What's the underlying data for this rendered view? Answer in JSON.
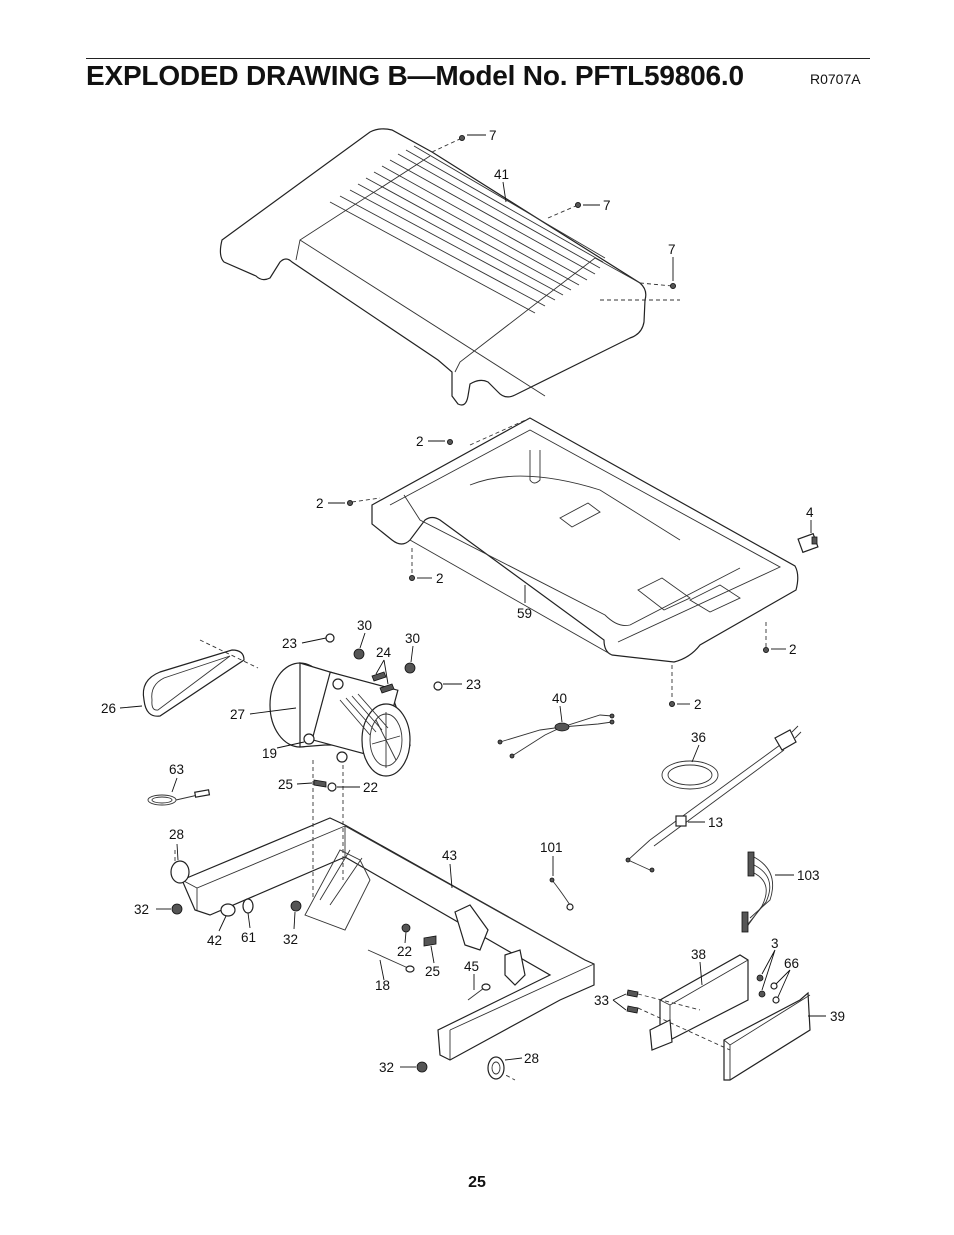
{
  "header": {
    "title": "EXPLODED DRAWING B—Model No. PFTL59806.0",
    "drawing_code": "R0707A"
  },
  "footer": {
    "page_number": "25"
  },
  "callouts": [
    {
      "id": "c7a",
      "number": "7"
    },
    {
      "id": "c41",
      "number": "41"
    },
    {
      "id": "c7b",
      "number": "7"
    },
    {
      "id": "c7c",
      "number": "7"
    },
    {
      "id": "c2a",
      "number": "2"
    },
    {
      "id": "c2b",
      "number": "2"
    },
    {
      "id": "c4",
      "number": "4"
    },
    {
      "id": "c2c",
      "number": "2"
    },
    {
      "id": "c59",
      "number": "59"
    },
    {
      "id": "c30a",
      "number": "30"
    },
    {
      "id": "c30b",
      "number": "30"
    },
    {
      "id": "c23a",
      "number": "23"
    },
    {
      "id": "c24",
      "number": "24"
    },
    {
      "id": "c2d",
      "number": "2"
    },
    {
      "id": "c23b",
      "number": "23"
    },
    {
      "id": "c2e",
      "number": "2"
    },
    {
      "id": "c26",
      "number": "26"
    },
    {
      "id": "c27",
      "number": "27"
    },
    {
      "id": "c40",
      "number": "40"
    },
    {
      "id": "c19",
      "number": "19"
    },
    {
      "id": "c36",
      "number": "36"
    },
    {
      "id": "c63",
      "number": "63"
    },
    {
      "id": "c25a",
      "number": "25"
    },
    {
      "id": "c22a",
      "number": "22"
    },
    {
      "id": "c13",
      "number": "13"
    },
    {
      "id": "c28a",
      "number": "28"
    },
    {
      "id": "c101",
      "number": "101"
    },
    {
      "id": "c43",
      "number": "43"
    },
    {
      "id": "c103",
      "number": "103"
    },
    {
      "id": "c32a",
      "number": "32"
    },
    {
      "id": "c42",
      "number": "42"
    },
    {
      "id": "c61",
      "number": "61"
    },
    {
      "id": "c32b",
      "number": "32"
    },
    {
      "id": "c22b",
      "number": "22"
    },
    {
      "id": "c25b",
      "number": "25"
    },
    {
      "id": "c38",
      "number": "38"
    },
    {
      "id": "c3",
      "number": "3"
    },
    {
      "id": "c66",
      "number": "66"
    },
    {
      "id": "c45",
      "number": "45"
    },
    {
      "id": "c18",
      "number": "18"
    },
    {
      "id": "c33",
      "number": "33"
    },
    {
      "id": "c39",
      "number": "39"
    },
    {
      "id": "c32c",
      "number": "32"
    },
    {
      "id": "c28b",
      "number": "28"
    }
  ]
}
